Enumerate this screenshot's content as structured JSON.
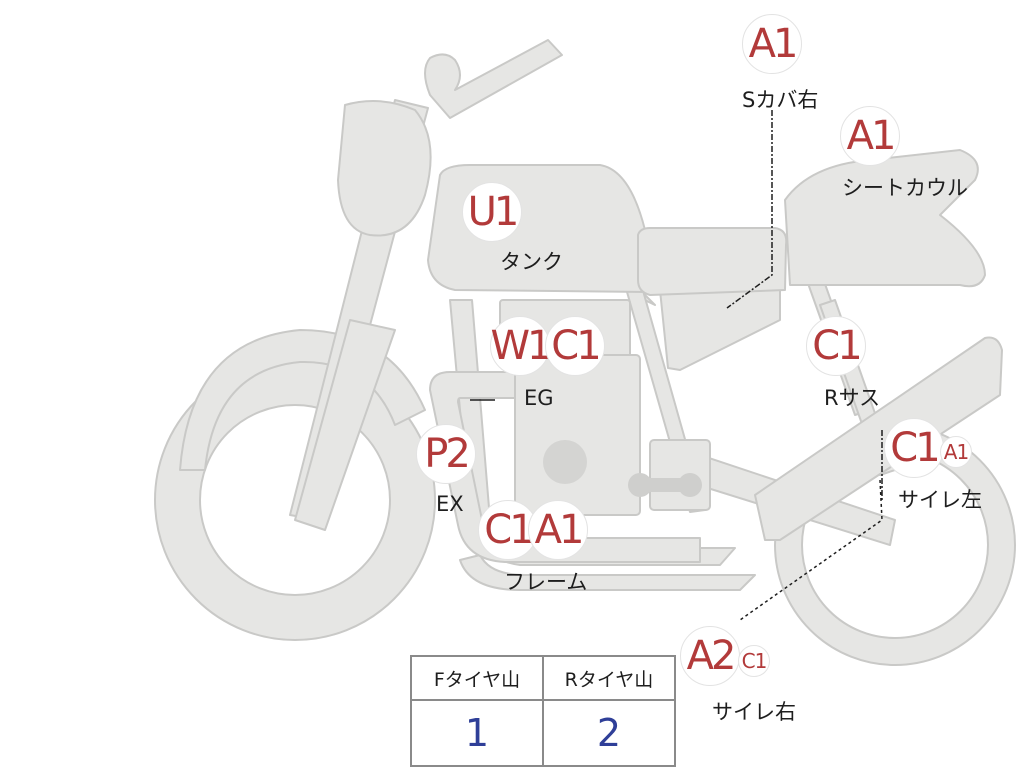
{
  "parts": {
    "s_cover_right": {
      "label": "Sカバ右",
      "grades": [
        "A1"
      ]
    },
    "seat_cowl": {
      "label": "シートカウル",
      "grades": [
        "A1"
      ]
    },
    "tank": {
      "label": "タンク",
      "grades": [
        "U1"
      ]
    },
    "engine": {
      "label": "EG",
      "grades": [
        "W1",
        "C1"
      ]
    },
    "rear_suspension": {
      "label": "Rサス",
      "grades": [
        "C1"
      ]
    },
    "exhaust": {
      "label": "EX",
      "grades": [
        "P2"
      ]
    },
    "silencer_left": {
      "label": "サイレ左",
      "grades": [
        "C1",
        "A1"
      ]
    },
    "frame": {
      "label": "フレーム",
      "grades": [
        "C1",
        "A1"
      ]
    },
    "silencer_right": {
      "label": "サイレ右",
      "grades": [
        "A2",
        "C1"
      ]
    }
  },
  "tire_table": {
    "headers": [
      "Fタイヤ山",
      "Rタイヤ山"
    ],
    "values": [
      "1",
      "2"
    ]
  },
  "colors": {
    "bike_fill": "#e6e6e4",
    "bike_stroke": "#c9c9c7",
    "grade_text": "#b23a3a",
    "tire_value": "#2f3f98"
  }
}
